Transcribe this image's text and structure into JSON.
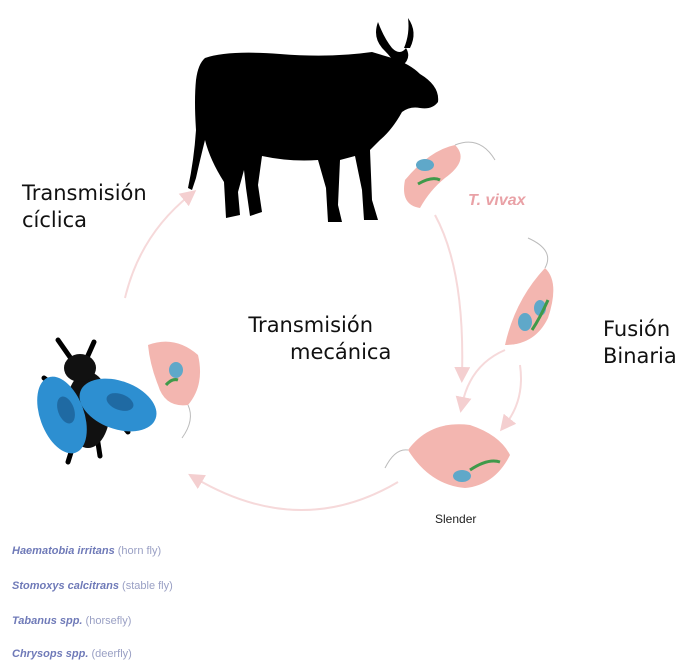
{
  "labels": {
    "cyclic_line1": "Transmisión",
    "cyclic_line2": "cíclica",
    "mechanical_line1": "Transmisión",
    "mechanical_line2": "mecánica",
    "fission_line1": "Fusión",
    "fission_line2": "Binaria",
    "species": "T. vivax",
    "stage": "Slender"
  },
  "vectors": [
    {
      "species": "Haematobia irritans",
      "common": "(horn fly)"
    },
    {
      "species": "Stomoxys calcitrans",
      "common": "(stable fly)"
    },
    {
      "species": "Tabanus spp.",
      "common": "(horsefly)"
    },
    {
      "species": "Chrysops spp.",
      "common": "(deerfly)"
    }
  ],
  "colors": {
    "cycle_arrow": "#f4cfd0",
    "parasite_body": "#f3b6b0",
    "parasite_nucleus": "#5fa8c9",
    "parasite_kinetoplast": "#3f9a4a",
    "fly_wing": "#2d8fd1",
    "cow": "#000000"
  },
  "icons": [
    "cow-silhouette-icon",
    "fly-icon",
    "trypanosome-icon"
  ]
}
